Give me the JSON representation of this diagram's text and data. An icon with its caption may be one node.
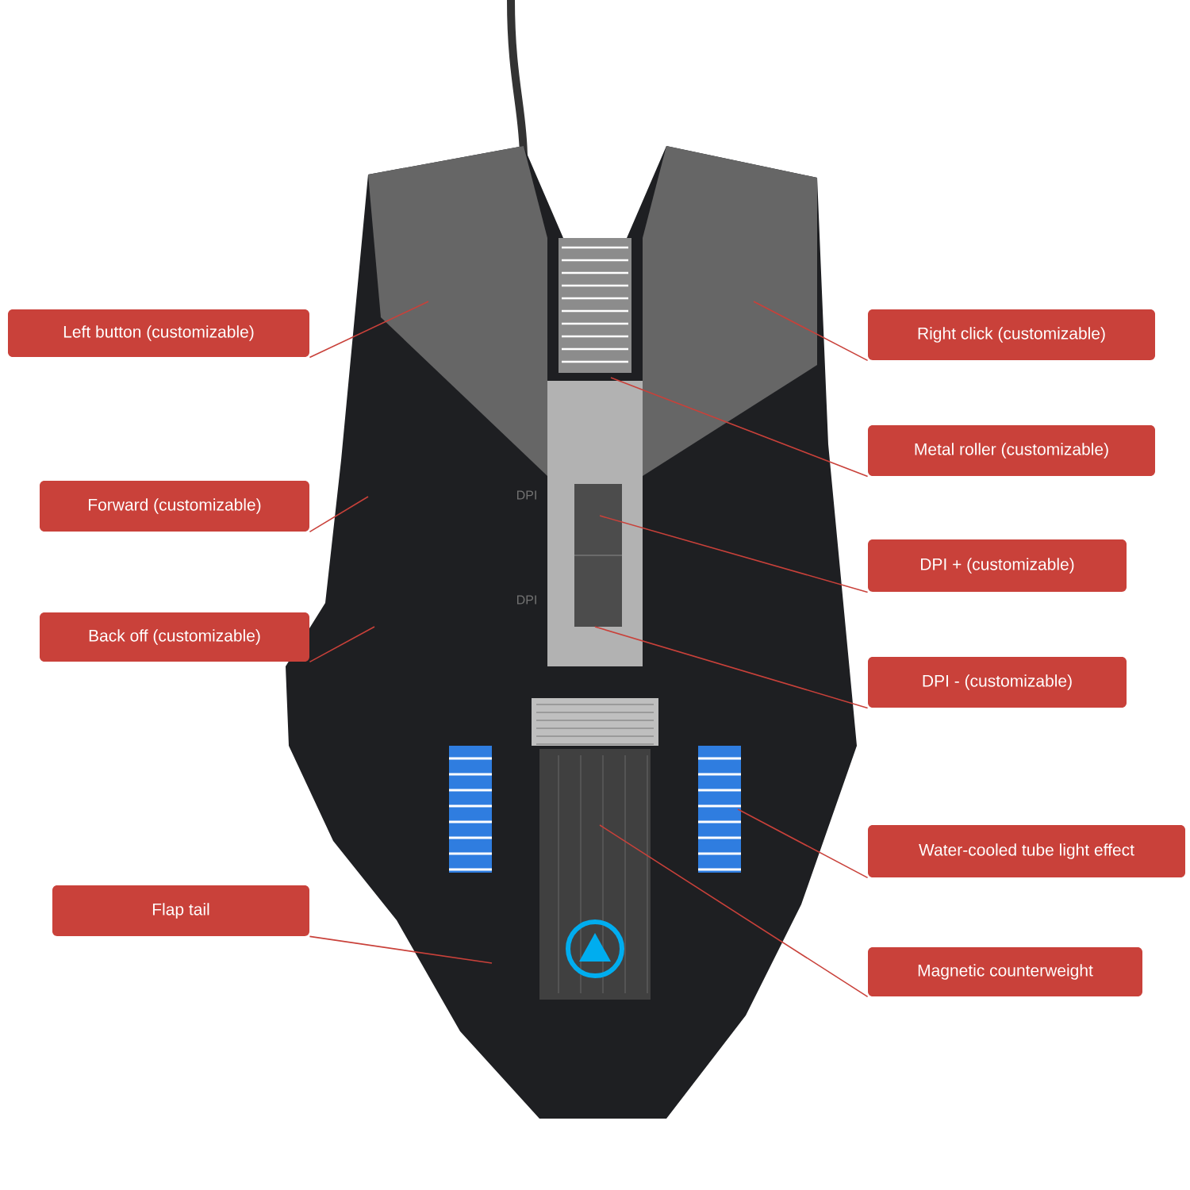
{
  "diagram": {
    "nodes": [
      {
        "text": [
          "Left button (customizable)"
        ]
      },
      {
        "text": [
          "Forward (customizable)"
        ]
      },
      {
        "text": [
          "Back off (customizable)"
        ]
      },
      {
        "text": [
          "Flap tail"
        ]
      },
      {
        "text": [
          "Right click (customizable)"
        ]
      },
      {
        "text": [
          "Metal roller (customizable)"
        ]
      },
      {
        "text": [
          "DPI + (customizable)"
        ]
      },
      {
        "text": [
          "DPI - (customizable)"
        ]
      },
      {
        "text": [
          "Water-cooled tube light effect"
        ]
      },
      {
        "text": [
          "Magnetic counterweight"
        ]
      }
    ],
    "edges": [
      {
        "from": 0,
        "to": null,
        "arrow": "none",
        "color": "#c9413a"
      },
      {
        "from": 1,
        "to": null,
        "arrow": "none",
        "color": "#c9413a"
      },
      {
        "from": 2,
        "to": null,
        "arrow": "none",
        "color": "#c9413a"
      },
      {
        "from": 3,
        "to": null,
        "arrow": "none",
        "color": "#c9413a"
      },
      {
        "from": 4,
        "to": null,
        "arrow": "none",
        "color": "#c9413a"
      },
      {
        "from": 5,
        "to": null,
        "arrow": "none",
        "color": "#c9413a"
      },
      {
        "from": 6,
        "to": null,
        "arrow": "none",
        "color": "#c9413a"
      },
      {
        "from": 7,
        "to": null,
        "arrow": "none",
        "color": "#c9413a"
      },
      {
        "from": 8,
        "to": null,
        "arrow": "none",
        "color": "#c9413a"
      },
      {
        "from": 9,
        "to": null,
        "arrow": "none",
        "color": "#c9413a"
      }
    ],
    "labels": [
      "DPI",
      "DPI"
    ]
  }
}
